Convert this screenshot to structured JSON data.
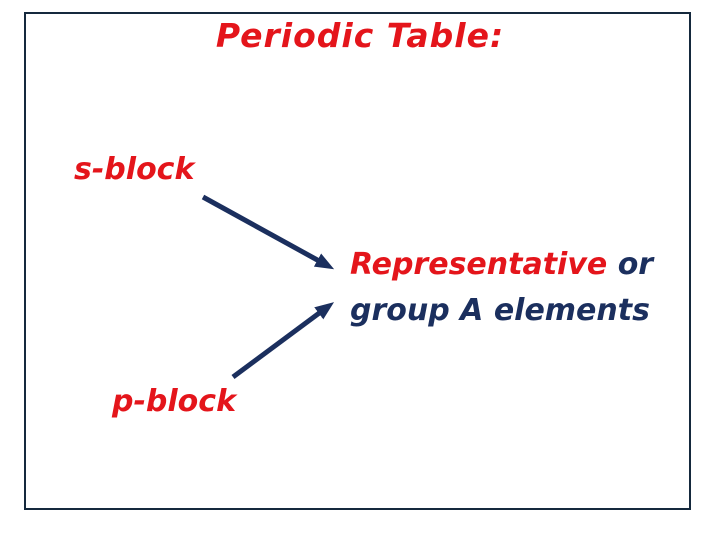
{
  "slide": {
    "title": "Periodic Table:",
    "labels": {
      "s_block": "s-block",
      "p_block": "p-block"
    },
    "target": {
      "line1_red": "Representative",
      "line1_navy": " or",
      "line2": "group A elements"
    },
    "arrows": [
      {
        "name": "arrow-from-s-block",
        "direction": "down-right"
      },
      {
        "name": "arrow-from-p-block",
        "direction": "up-right"
      }
    ],
    "colors": {
      "background": "#ffffff",
      "red_text": "#e4151b",
      "navy_text": "#1b2f5e",
      "arrow": "#1b2f5e",
      "border": "#15293d"
    }
  }
}
